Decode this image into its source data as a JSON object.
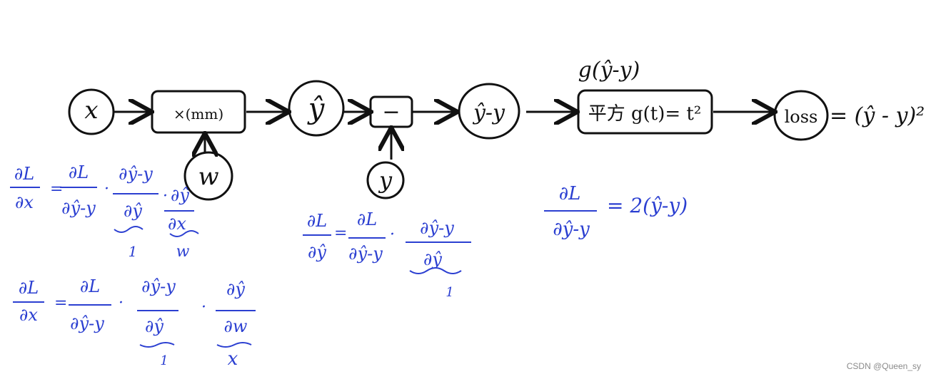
{
  "colors": {
    "ink": "#111111",
    "blue": "#2b3fd1",
    "watermark": "#8a8a8a"
  },
  "graph": {
    "x_node": "x",
    "matmul_box": "×(mm)",
    "w_node": "w",
    "yhat_node": "ŷ",
    "minus_box": "−",
    "y_node": "y",
    "diff_node": "ŷ-y",
    "square_label": "g(ŷ-y)",
    "square_box_text": "平方 g(t)= t²",
    "loss_node": "loss",
    "loss_expr": "= (ŷ - y)²"
  },
  "formulas": {
    "f1": {
      "lhs_num": "∂L",
      "lhs_den": "∂x",
      "t1_num": "∂L",
      "t1_den": "∂ŷ-y",
      "t2_num": "∂ŷ-y",
      "t2_den": "∂ŷ",
      "t3_num": "∂ŷ",
      "t3_den": "∂x",
      "t2_under": "1",
      "t3_under": "w"
    },
    "f2": {
      "lhs_num": "∂L",
      "lhs_den": "∂x",
      "t1_num": "∂L",
      "t1_den": "∂ŷ-y",
      "t2_num": "∂ŷ-y",
      "t2_den": "∂ŷ",
      "t3_num": "∂ŷ",
      "t3_den": "∂w",
      "t2_under": "1",
      "t3_under": "x"
    },
    "f3": {
      "lhs_num": "∂L",
      "lhs_den": "∂ŷ",
      "t1_num": "∂L",
      "t1_den": "∂ŷ-y",
      "t2_num": "∂ŷ-y",
      "t2_den": "∂ŷ",
      "t2_under": "1"
    },
    "f4": {
      "lhs_num": "∂L",
      "lhs_den": "∂ŷ-y",
      "rhs": "= 2(ŷ-y)"
    }
  },
  "watermark": "CSDN @Queen_sy"
}
